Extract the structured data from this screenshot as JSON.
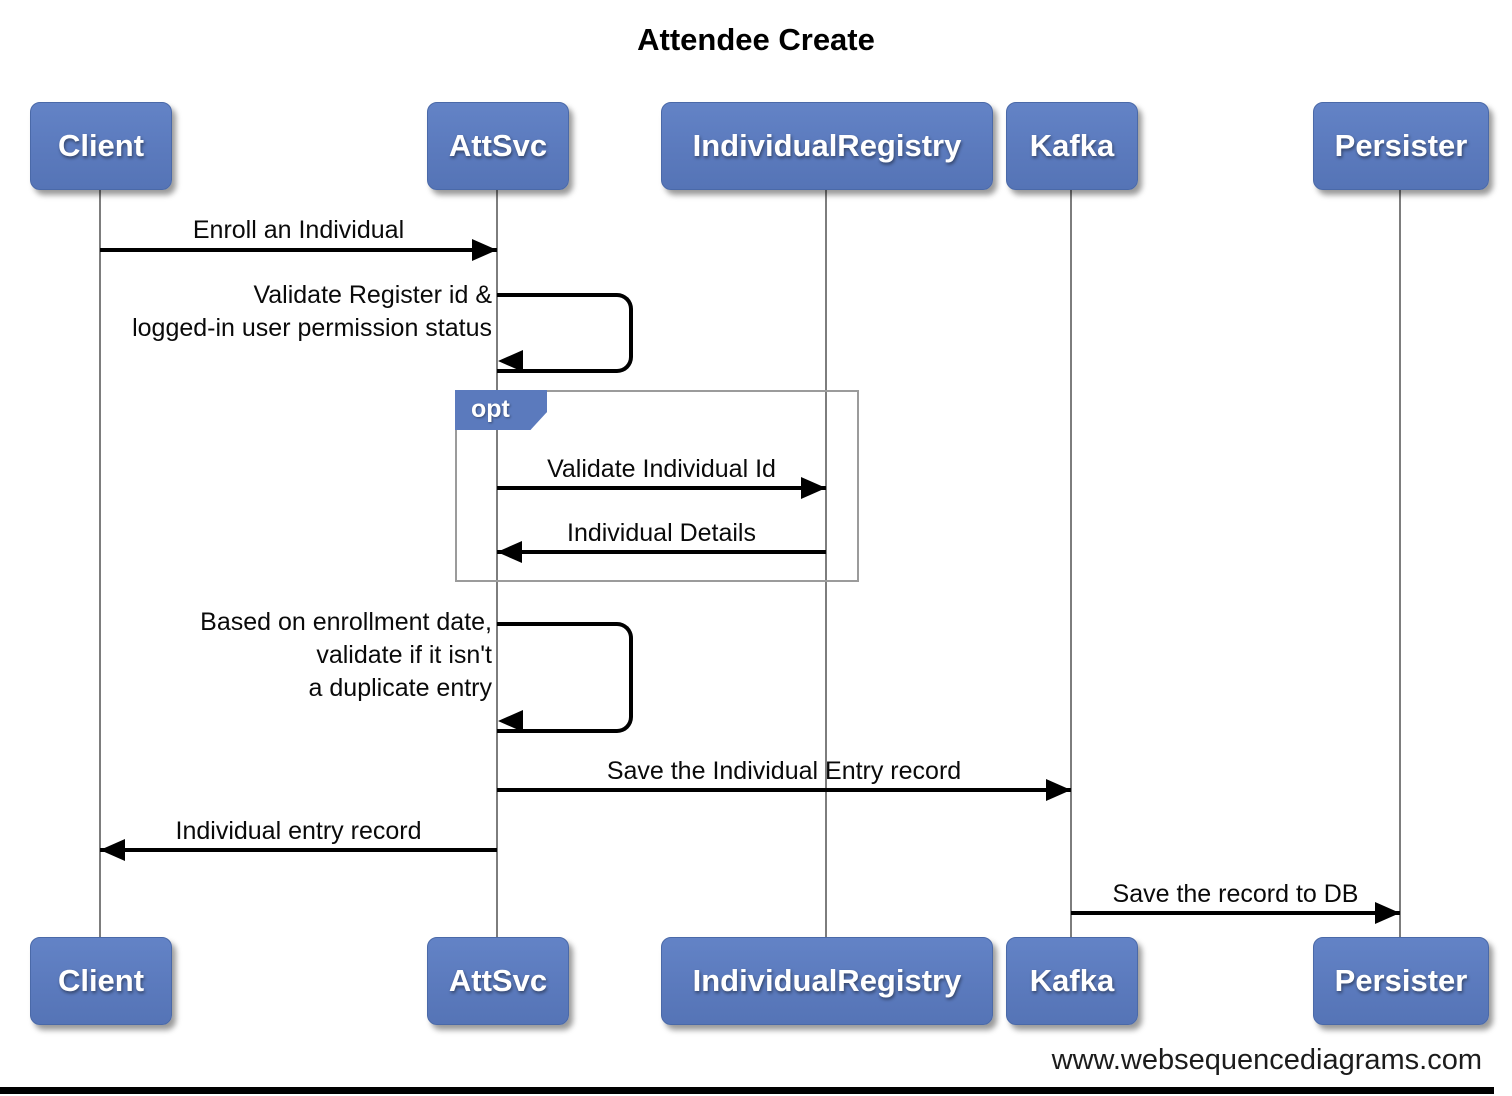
{
  "diagram": {
    "title": "Attendee Create",
    "watermark": "www.websequencediagrams.com",
    "type": "sequence-diagram"
  },
  "actors": [
    {
      "name": "Client"
    },
    {
      "name": "AttSvc"
    },
    {
      "name": "IndividualRegistry"
    },
    {
      "name": "Kafka"
    },
    {
      "name": "Persister"
    }
  ],
  "fragment": {
    "label": "opt"
  },
  "messages": [
    {
      "from": "Client",
      "to": "AttSvc",
      "kind": "arrow",
      "label": "Enroll an Individual"
    },
    {
      "from": "AttSvc",
      "to": "AttSvc",
      "kind": "self",
      "label_lines": [
        "Validate Register id &",
        "logged-in user permission status"
      ]
    },
    {
      "from": "AttSvc",
      "to": "IndividualRegistry",
      "kind": "arrow",
      "fragment": "opt",
      "label": "Validate Individual Id"
    },
    {
      "from": "IndividualRegistry",
      "to": "AttSvc",
      "kind": "arrow",
      "fragment": "opt",
      "label": "Individual Details"
    },
    {
      "from": "AttSvc",
      "to": "AttSvc",
      "kind": "self",
      "label_lines": [
        "Based on enrollment date,",
        "validate if it isn't",
        "a duplicate entry"
      ]
    },
    {
      "from": "AttSvc",
      "to": "Kafka",
      "kind": "arrow",
      "label": "Save the Individual Entry record"
    },
    {
      "from": "AttSvc",
      "to": "Client",
      "kind": "arrow",
      "label": "Individual entry record"
    },
    {
      "from": "Kafka",
      "to": "Persister",
      "kind": "arrow",
      "label": "Save the record to DB"
    }
  ],
  "colors": {
    "actor_fill": "#5b7abd",
    "actor_text": "#ffffff",
    "lifeline": "#7d7d7d",
    "frame_border": "#9b9b9b",
    "arrow": "#000000",
    "background": "#ffffff"
  }
}
